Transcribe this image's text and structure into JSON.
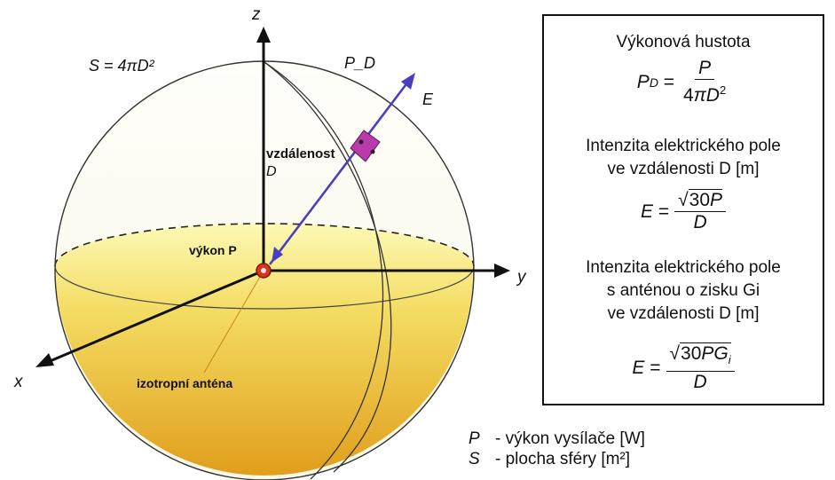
{
  "diagram": {
    "sphere_area": "S = 4πD²",
    "flux_label": "P_D",
    "z_axis": "z",
    "y_axis": "y",
    "x_axis": "x",
    "e_field": "E",
    "distance_label": "vzdálenost",
    "distance_symbol": "D",
    "power_label": "výkon P",
    "antenna_label": "izotropní anténa"
  },
  "panel": {
    "power_density_title": "Výkonová hustota",
    "field_title_line1": "Intenzita elektrického pole",
    "field_title_line2": "ve vzdálenosti D [m]",
    "gain_title_line1": "Intenzita elektrického pole",
    "gain_title_line2": "s anténou o zisku Gi",
    "gain_title_line3": "ve vzdálenosti D [m]"
  },
  "legend": [
    {
      "symbol": "P",
      "text": "- výkon vysílače [W]"
    },
    {
      "symbol": "S",
      "text": "- plocha sféry [m²]"
    }
  ],
  "colors": {
    "sphere_fill_top": "#fdf6a0",
    "sphere_fill_bottom": "#e0a41c",
    "axis": "#111111",
    "vector_e": "#4a3fc0",
    "patch": "#b93aa8",
    "antenna": "#d43a1a"
  }
}
